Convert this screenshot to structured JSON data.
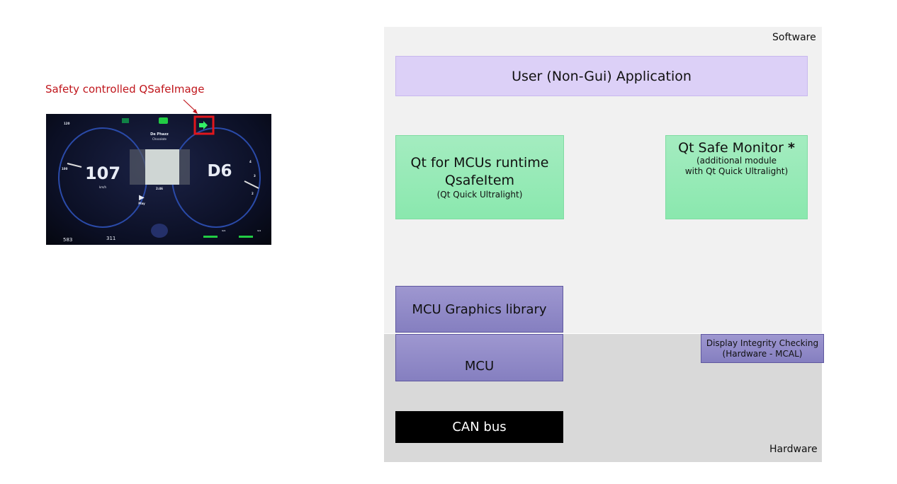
{
  "caption": "Safety controlled QSafeImage",
  "dashboard": {
    "artist": "De Phazz",
    "track": "Chocolate",
    "speed": "107",
    "speed_unit": "km/h",
    "gear": "D6",
    "time": "2:46",
    "play": "Play",
    "odo": "583",
    "trip": "311",
    "speed_ticks": [
      "120",
      "100"
    ],
    "rpm_ticks": [
      "4",
      "3",
      "2"
    ],
    "fuel_level": "1/1",
    "battery_level": "1/1",
    "highlight_color": "#e0161c"
  },
  "labels": {
    "software": "Software",
    "hardware": "Hardware"
  },
  "boxes": {
    "user_app": "User (Non-Gui) Application",
    "qt_mcu": {
      "line1": "Qt for MCUs runtime",
      "line2": "QsafeItem",
      "line3": "(Qt Quick Ultralight)"
    },
    "safe_monitor": {
      "title": "Qt Safe Monitor",
      "mark": "*",
      "line2": "(additional module",
      "line3": "with Qt Quick Ultralight)"
    },
    "gfx": "MCU Graphics library",
    "mcu": "MCU",
    "dic": {
      "line1": "Display Integrity Checking",
      "line2": "(Hardware - MCAL)"
    },
    "can": "CAN bus"
  },
  "colors": {
    "software_bg": "#f1f1f1",
    "hardware_bg": "#d9d9d9",
    "user_app": "#dcd0f7",
    "qt_green": "#8ae8ae",
    "purple": "#857fc0",
    "can": "#000000"
  }
}
